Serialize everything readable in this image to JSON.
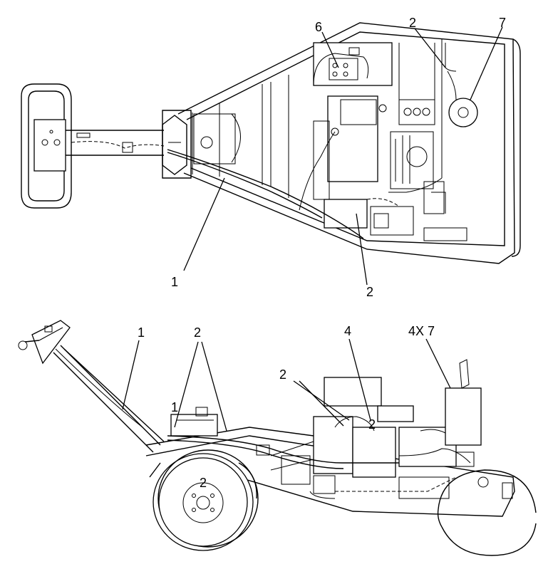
{
  "top_view": {
    "callouts": [
      "1",
      "2",
      "2",
      "6",
      "7"
    ]
  },
  "side_view": {
    "callouts": [
      "1",
      "2",
      "2",
      "2",
      "4",
      "4X 7",
      "1",
      "2"
    ]
  }
}
